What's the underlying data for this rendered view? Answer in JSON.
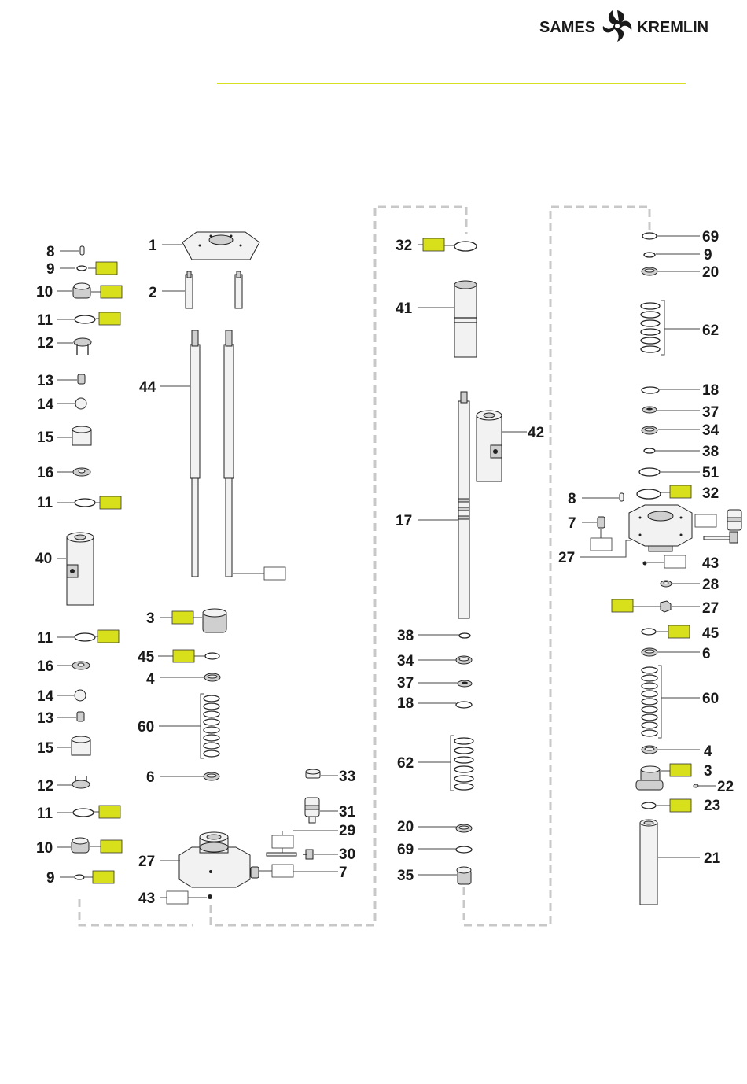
{
  "brand": {
    "left_word": "SAMES",
    "right_word": "KREMLIN",
    "accent_color": "#d7e01b"
  },
  "callouts": {
    "c1": "1",
    "c2": "2",
    "c3": "3",
    "c4": "4",
    "c6": "6",
    "c7": "7",
    "c8": "8",
    "c9": "9",
    "c10": "10",
    "c11": "11",
    "c12": "12",
    "c13": "13",
    "c14": "14",
    "c15": "15",
    "c16": "16",
    "c17": "17",
    "c18": "18",
    "c20": "20",
    "c21": "21",
    "c22": "22",
    "c23": "23",
    "c27": "27",
    "c28": "28",
    "c29": "29",
    "c30": "30",
    "c31": "31",
    "c32": "32",
    "c33": "33",
    "c34": "34",
    "c35": "35",
    "c37": "37",
    "c38": "38",
    "c40": "40",
    "c41": "41",
    "c42": "42",
    "c43": "43",
    "c44": "44",
    "c45": "45",
    "c51": "51",
    "c60": "60",
    "c62": "62",
    "c69": "69"
  }
}
